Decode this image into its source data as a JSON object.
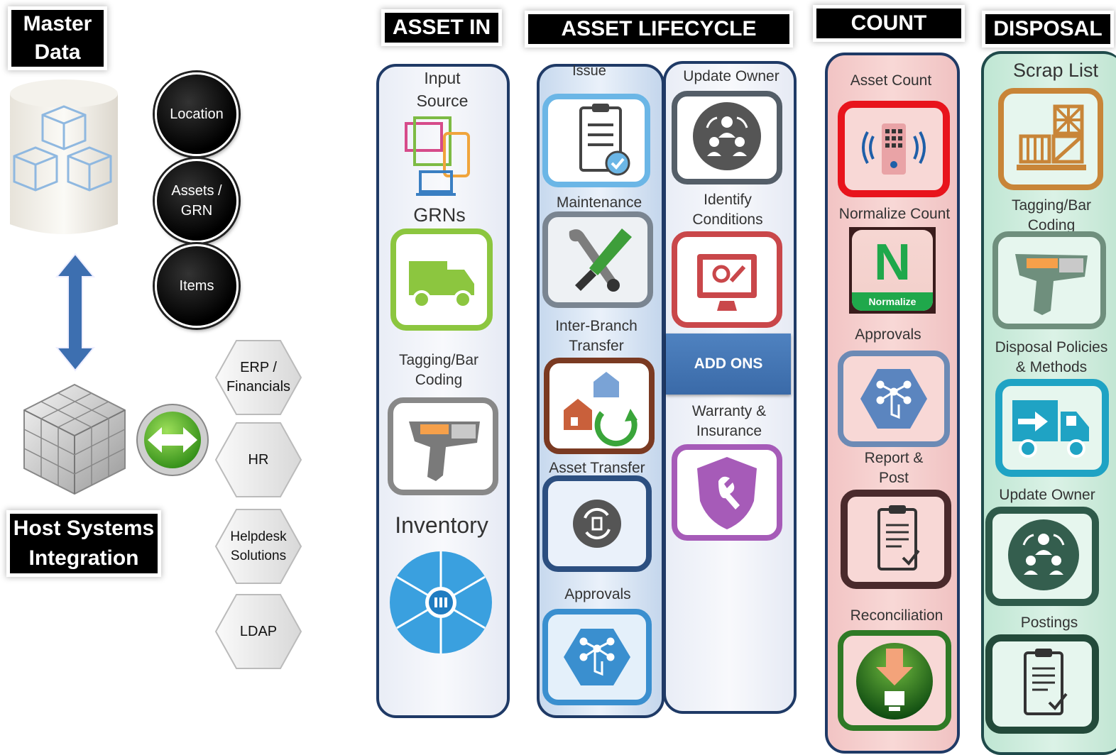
{
  "left": {
    "master_data_title": "Master Data",
    "nodes": [
      "Location",
      "Assets / GRN",
      "Items"
    ],
    "host_title": "Host Systems Integration",
    "systems": [
      "ERP / Financials",
      "HR",
      "Helpdesk Solutions",
      "LDAP"
    ]
  },
  "asset_in": {
    "header": "ASSET IN",
    "labels": [
      "Input Source",
      "GRNs",
      "Tagging/Bar Coding",
      "Inventory"
    ]
  },
  "lifecycle": {
    "header": "ASSET LIFECYCLE",
    "col1": [
      "Issue",
      "Maintenance",
      "Inter-Branch Transfer",
      "Asset Transfer",
      "Approvals"
    ],
    "col2": [
      "Update Owner",
      "Identify Conditions",
      "ADD ONS",
      "Warranty & Insurance"
    ]
  },
  "count": {
    "header": "COUNT",
    "labels": [
      "Asset Count",
      "Normalize Count",
      "Approvals",
      "Report & Post",
      "Reconciliation"
    ],
    "normalize_badge": "Normalize",
    "normalize_letter": "N"
  },
  "disposal": {
    "header": "DISPOSAL",
    "labels": [
      "Scrap List",
      "Tagging/Bar Coding",
      "Disposal Policies & Methods",
      "Update Owner",
      "Postings"
    ]
  }
}
